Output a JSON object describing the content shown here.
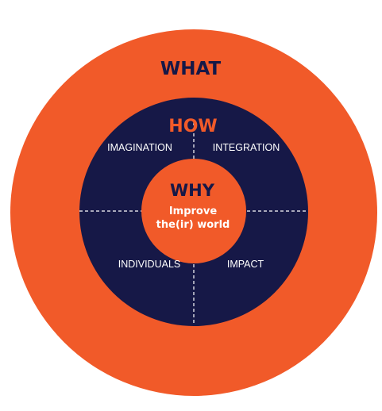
{
  "colors": {
    "orange": "#F15A29",
    "navy": "#161847",
    "white": "#FFFFFF"
  },
  "outer": {
    "label": "WHAT"
  },
  "middle": {
    "label": "HOW",
    "quadrants": {
      "top_left": "IMAGINATION",
      "top_right": "INTEGRATION",
      "bottom_left": "INDIVIDUALS",
      "bottom_right": "IMPACT"
    }
  },
  "inner": {
    "label": "WHY",
    "line1": "Improve",
    "line2": "the(ir) world"
  }
}
